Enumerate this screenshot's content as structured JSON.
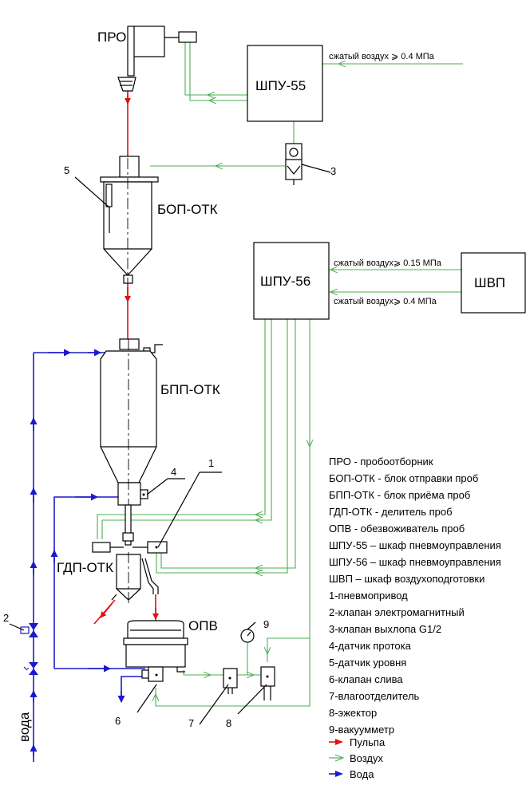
{
  "units": {
    "pro": "ПРО",
    "shpu55": "ШПУ-55",
    "shpu56": "ШПУ-56",
    "shvp": "ШВП",
    "bop": "БОП-ОТК",
    "bpp": "БПП-ОТК",
    "gdp": "ГДП-ОТК",
    "opv": "ОПВ"
  },
  "air_labels": {
    "shpu55_in": "сжатый воздух ⩾ 0.4 МПа",
    "shpu56_in1": "сжатый воздух⩾ 0.15 МПа",
    "shpu56_in2": "сжатый воздух⩾ 0.4 МПа"
  },
  "water_label": "вода",
  "callouts": [
    "1",
    "2",
    "3",
    "4",
    "5",
    "6",
    "7",
    "8",
    "9"
  ],
  "legend": [
    "ПРО - пробоотборник",
    "БОП-ОТК -  блок отправки проб",
    "БПП-ОТК -  блок приёма проб",
    "ГДП-ОТК -  делитель проб",
    "ОПВ -  обезвоживатель проб",
    "ШПУ-55 – шкаф пневмоуправления",
    "ШПУ-56 – шкаф пневмоуправления",
    "ШВП – шкаф воздухоподготовки",
    "1-пневмопривод",
    "2-клапан электромагнитный",
    "3-клапан выхлопа G1/2",
    "4-датчик протока",
    "5-датчик уровня",
    "6-клапан слива",
    "7-влагоотделитель",
    "8-эжектор",
    "9-вакуумметр"
  ],
  "flow_legend": [
    {
      "label": "Пульпа",
      "color": "#e01010"
    },
    {
      "label": "Воздух",
      "color": "#4caf50"
    },
    {
      "label": "Вода",
      "color": "#1a1acc"
    }
  ]
}
